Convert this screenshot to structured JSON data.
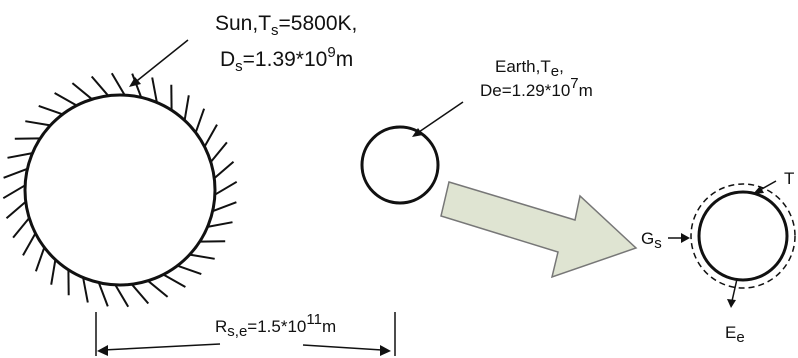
{
  "sun": {
    "name": "Sun",
    "temp_symbol": "T",
    "temp_sub": "s",
    "temp_value": "=5800K,",
    "diam_symbol": "D",
    "diam_sub": "s",
    "diam_value": "=1.39*10",
    "diam_exp": "9",
    "diam_unit": "m"
  },
  "earth": {
    "name": "Earth,",
    "temp_symbol": "T",
    "temp_sub": "e",
    "temp_trail": ",",
    "diam_value": "De=1.29*10",
    "diam_exp": "7",
    "diam_unit": "m"
  },
  "distance": {
    "symbol": "R",
    "sub": "s,e",
    "value": "=1.5*10",
    "exp": "11",
    "unit": "m"
  },
  "flux_in": {
    "symbol": "G",
    "sub": "s"
  },
  "flux_out": {
    "symbol": "E",
    "sub": "e"
  },
  "surface_label": "T",
  "colors": {
    "stroke": "#111111",
    "arrow_fill": "#dfe4d2"
  },
  "icons": [
    "radiation-ray-icon",
    "block-arrow-icon"
  ]
}
